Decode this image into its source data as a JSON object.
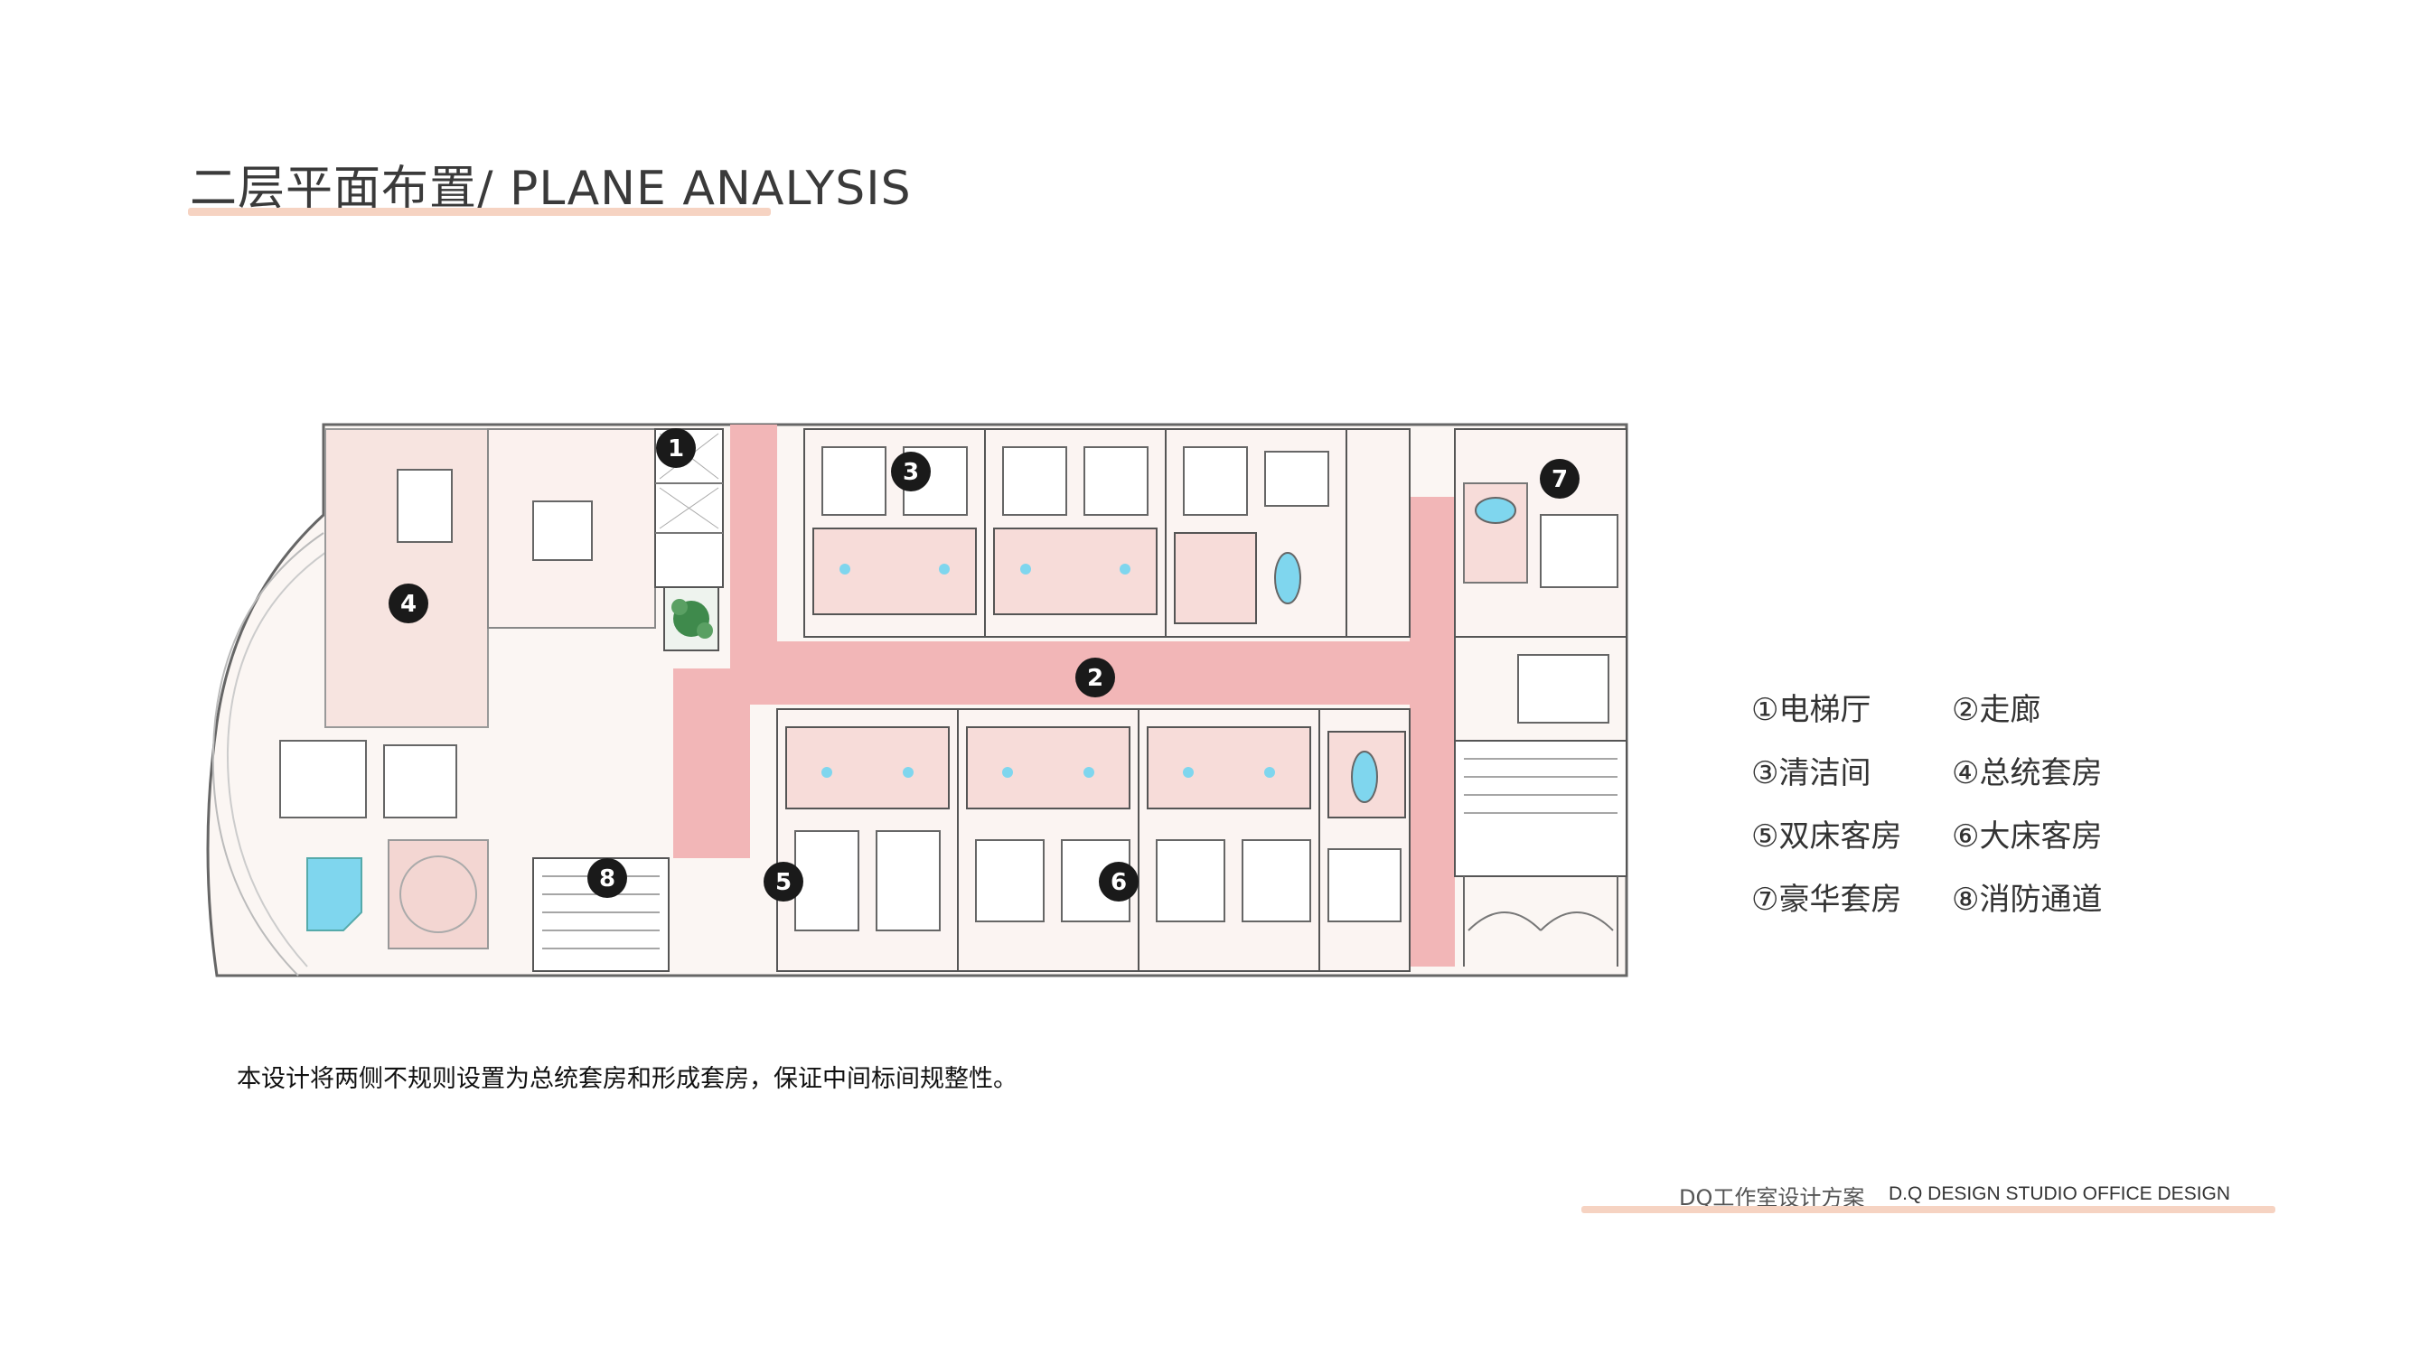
{
  "page": {
    "title": "二层平面布置/ PLANE ANALYSIS",
    "note": "本设计将两侧不规则设置为总统套房和形成套房，保证中间标间规整性。"
  },
  "legend": [
    {
      "label": "①电梯厅"
    },
    {
      "label": "②走廊"
    },
    {
      "label": "③清洁间"
    },
    {
      "label": "④总统套房"
    },
    {
      "label": "⑤双床客房"
    },
    {
      "label": "⑥大床客房"
    },
    {
      "label": "⑦豪华套房"
    },
    {
      "label": "⑧消防通道"
    }
  ],
  "markers": [
    {
      "id": "1"
    },
    {
      "id": "2"
    },
    {
      "id": "3"
    },
    {
      "id": "4"
    },
    {
      "id": "5"
    },
    {
      "id": "6"
    },
    {
      "id": "7"
    },
    {
      "id": "8"
    }
  ],
  "footer": {
    "zh": "DQ工作室设计方案",
    "en": "D.Q DESIGN STUDIO OFFICE DESIGN"
  },
  "colors": {
    "accent_rule": "#f6d3c2",
    "corridor": "#f2b6b7",
    "room_pink": "#f9e3e1",
    "wall": "#555555",
    "pool": "#7fd6ee",
    "plant": "#3f8a4c",
    "background": "#ffffff"
  }
}
